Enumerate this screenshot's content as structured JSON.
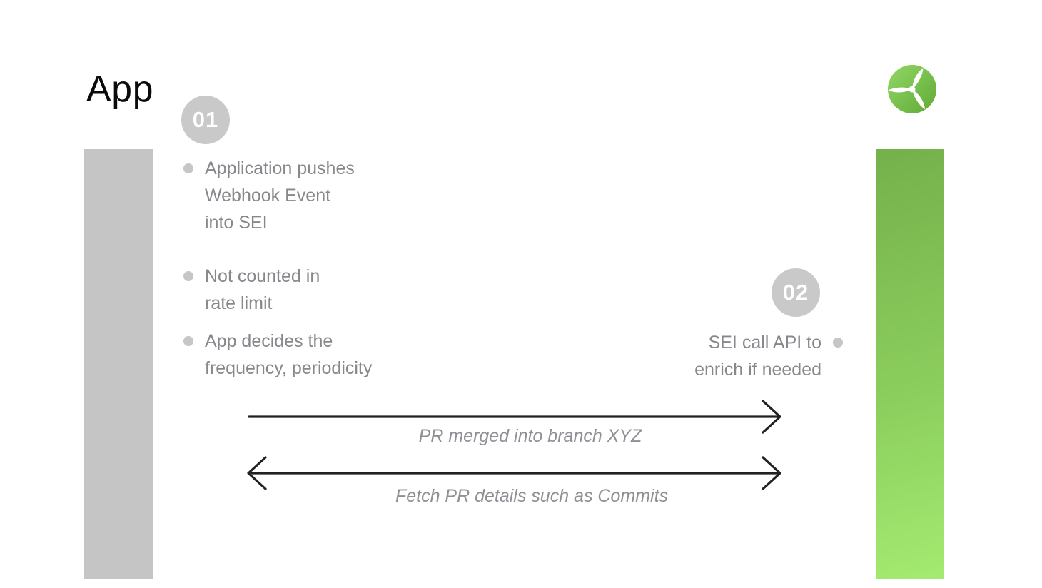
{
  "title": "App",
  "logo": {
    "icon": "propeller-logo",
    "green_light": "#92d765",
    "green_dark": "#60aa36"
  },
  "bars": {
    "left_color": "#c5c5c5",
    "right_gradient_top": "#75b14b",
    "right_gradient_bottom": "#a4eb71"
  },
  "badges": [
    {
      "number": "01"
    },
    {
      "number": "02"
    }
  ],
  "left_bullets": [
    {
      "lines": [
        "Application pushes",
        "Webhook Event",
        "into SEI"
      ]
    },
    {
      "lines": [
        "Not counted in",
        "rate limit"
      ]
    },
    {
      "lines": [
        "App decides the",
        "frequency, periodicity"
      ]
    }
  ],
  "right_bullet": {
    "lines": [
      "SEI call API to",
      "enrich if needed"
    ]
  },
  "arrows": [
    {
      "label": "PR merged into branch XYZ",
      "direction": "right"
    },
    {
      "label": "Fetch PR details such as Commits",
      "direction": "both"
    }
  ],
  "colors": {
    "text_gray": "#87878c",
    "label_gray": "#8f8f95",
    "badge_gray": "#c9c9c9",
    "arrow_black": "#212121"
  }
}
